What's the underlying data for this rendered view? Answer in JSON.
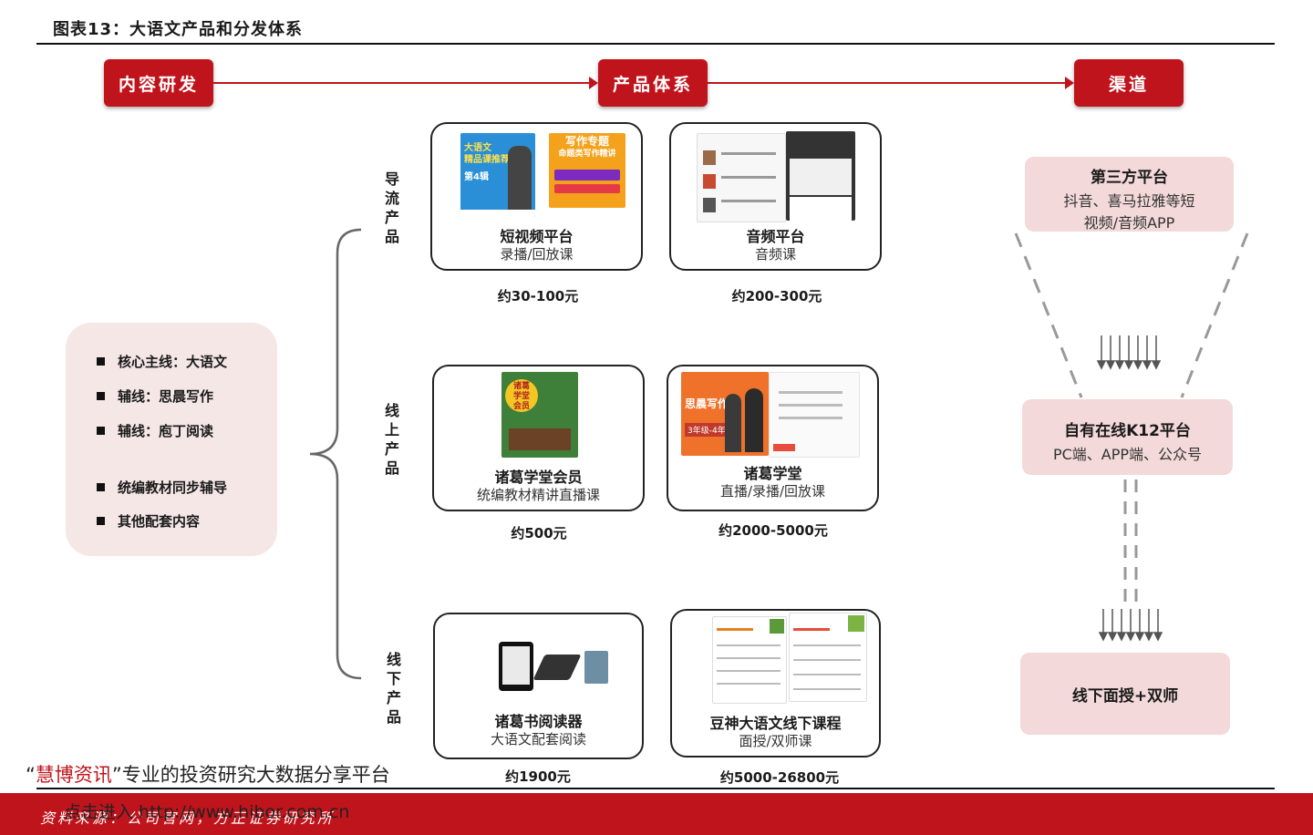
{
  "header": {
    "title": "图表13：大语文产品和分发体系"
  },
  "flow": {
    "stage1": "内容研发",
    "stage2": "产品体系",
    "stage3": "渠道"
  },
  "content_dev": {
    "items": [
      "核心主线：大语文",
      "辅线：思晨写作",
      "辅线：庖丁阅读",
      "统编教材同步辅导",
      "其他配套内容"
    ]
  },
  "product_groups": {
    "traffic": "导流产品",
    "online": "线上产品",
    "offline": "线下产品"
  },
  "products": {
    "short_video": {
      "title": "短视频平台",
      "sub": "录播/回放课",
      "price": "约30-100元"
    },
    "audio": {
      "title": "音频平台",
      "sub": "音频课",
      "price": "约200-300元"
    },
    "member": {
      "title": "诸葛学堂会员",
      "sub": "统编教材精讲直播课",
      "price": "约500元"
    },
    "academy": {
      "title": "诸葛学堂",
      "sub": "直播/录播/回放课",
      "price": "约2000-5000元"
    },
    "reader": {
      "title": "诸葛书阅读器",
      "sub": "大语文配套阅读",
      "price": "约1900元"
    },
    "offline_course": {
      "title": "豆神大语文线下课程",
      "sub": "面授/双师课",
      "price": "约5000-26800元"
    }
  },
  "thumbs": {
    "short_video_left": [
      "大语文",
      "精品课推荐",
      "第4辑"
    ],
    "short_video_right": [
      "写作专题",
      "命题类写作精讲"
    ],
    "member": [
      "诸葛",
      "学堂",
      "会员"
    ],
    "academy": [
      "思晨写作班",
      "3年级-4年级"
    ]
  },
  "channels": {
    "third_party": {
      "title": "第三方平台",
      "line1": "抖音、喜马拉雅等短",
      "line2": "视频/音频APP"
    },
    "own_platform": {
      "title": "自有在线K12平台",
      "line1": "PC端、APP端、公众号"
    },
    "offline": {
      "title": "线下面授+双师"
    }
  },
  "footer": {
    "source": "资料来源：公司官网，方正证券研究所"
  },
  "watermark": {
    "brand": "慧博资讯",
    "open_quote": "“",
    "close_quote": "”",
    "tagline": "专业的投资研究大数据分享平台",
    "link": "点击进入 http://www.hibor.com.cn"
  },
  "colors": {
    "accent": "#c0141c",
    "panel": "#f6e7e7",
    "pink": "#f3d9d9"
  }
}
